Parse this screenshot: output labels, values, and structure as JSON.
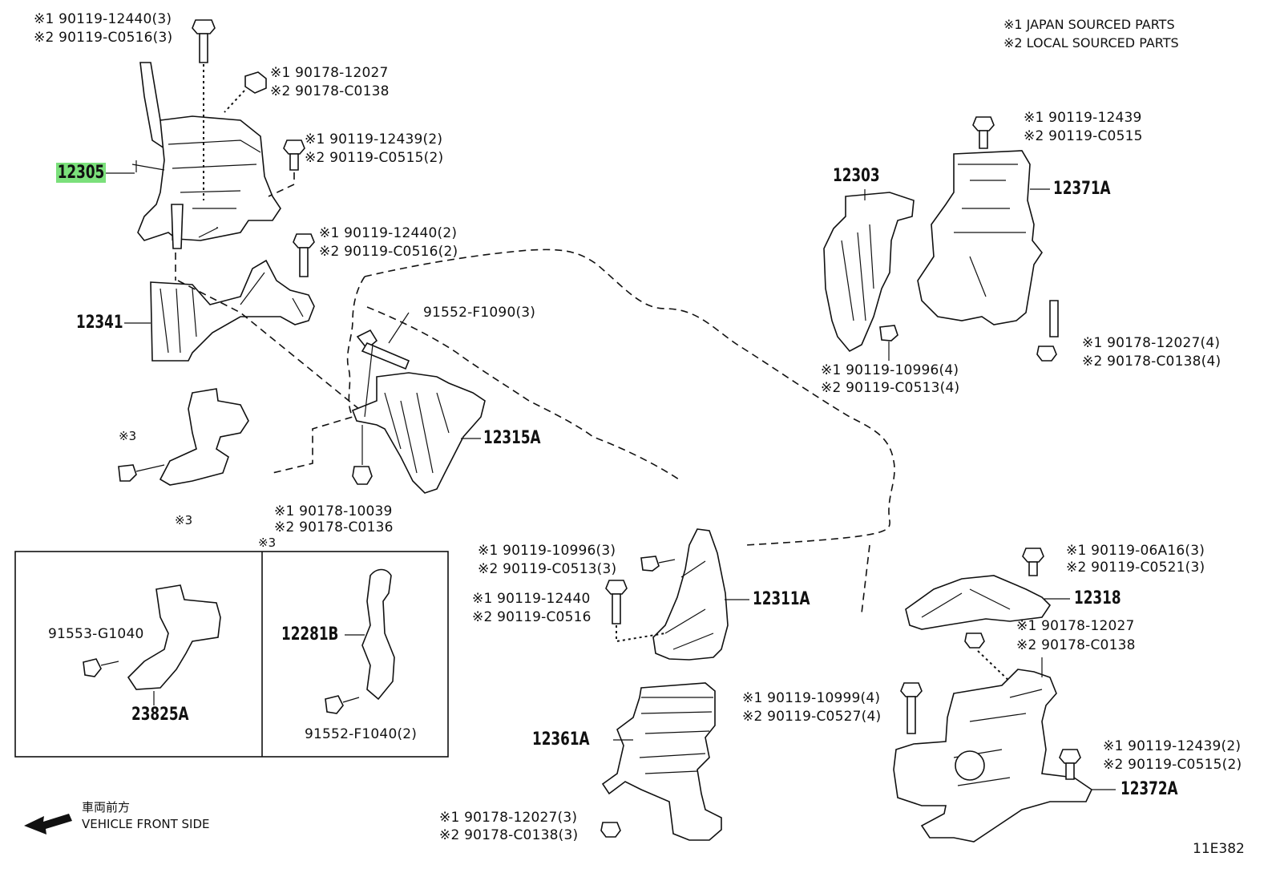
{
  "legend": {
    "japan": "※1 JAPAN SOURCED PARTS",
    "local": "※2 LOCAL SOURCED PARTS"
  },
  "labels": {
    "bolt_top_1": "※1 90119-12440(3)",
    "bolt_top_2": "※2 90119-C0516(3)",
    "nut_top_1": "※1 90178-12027",
    "nut_top_2": "※2 90178-C0138",
    "bolt_mid_1": "※1 90119-12439(2)",
    "bolt_mid_2": "※2 90119-C0515(2)",
    "bolt_12341_1": "※1 90119-12440(2)",
    "bolt_12341_2": "※2 90119-C0516(2)",
    "bolt_f1090": "91552-F1090(3)",
    "nut_10039_1": "※1 90178-10039",
    "nut_10039_2": "※2 90178-C0136",
    "mark3_a": "※3",
    "mark3_b": "※3",
    "mark3_box": "※3",
    "bolt_g1040": "91553-G1040",
    "bolt_f1040": "91552-F1040(2)",
    "r_bolt_top_1": "※1 90119-12439",
    "r_bolt_top_2": "※2 90119-C0515",
    "r_bolt_10996_1": "※1 90119-10996(4)",
    "r_bolt_10996_2": "※2 90119-C0513(4)",
    "r_nut_4_1": "※1 90178-12027(4)",
    "r_nut_4_2": "※2 90178-C0138(4)",
    "c_bolt_10996_1": "※1 90119-10996(3)",
    "c_bolt_10996_2": "※2 90119-C0513(3)",
    "c_bolt_12440_1": "※1 90119-12440",
    "c_bolt_12440_2": "※2 90119-C0516",
    "c_nut_3_1": "※1 90178-12027(3)",
    "c_nut_3_2": "※2 90178-C0138(3)",
    "br_bolt_06a16_1": "※1 90119-06A16(3)",
    "br_bolt_06a16_2": "※2 90119-C0521(3)",
    "br_nut_1": "※1 90178-12027",
    "br_nut_2": "※2 90178-C0138",
    "br_bolt_10999_1": "※1 90119-10999(4)",
    "br_bolt_10999_2": "※2 90119-C0527(4)",
    "br_bolt_12439_1": "※1 90119-12439(2)",
    "br_bolt_12439_2": "※2 90119-C0515(2)"
  },
  "parts": {
    "p12305": "12305",
    "p12341": "12341",
    "p12315A": "12315A",
    "p23825A": "23825A",
    "p12281B": "12281B",
    "p12303": "12303",
    "p12371A": "12371A",
    "p12311A": "12311A",
    "p12361A": "12361A",
    "p12318": "12318",
    "p12372A": "12372A"
  },
  "highlight_color": "#7be07b",
  "direction": {
    "jp": "車両前方",
    "en": "VEHICLE FRONT SIDE"
  },
  "figure_id": "11E382"
}
